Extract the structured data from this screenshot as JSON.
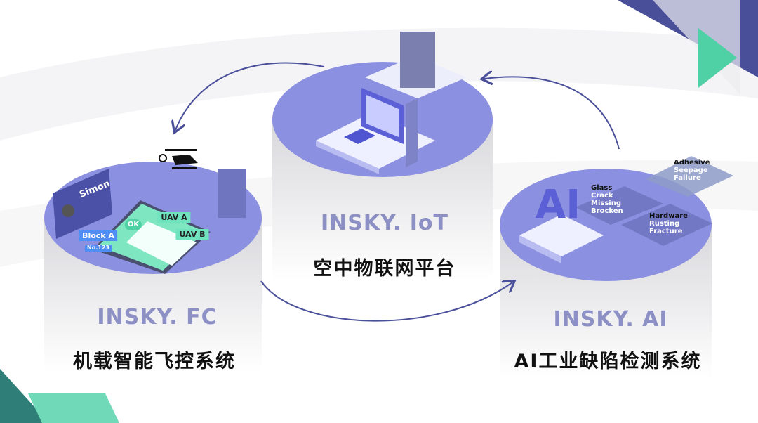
{
  "colors": {
    "platform": "#8c90e0",
    "arrow": "#4a4f9a",
    "brand_text": "#8d90c4",
    "accent_green": "#4fd1a5",
    "navy": "#4a4f9a"
  },
  "modules": [
    {
      "brand": "INSKY. FC",
      "name": "机载智能飞控系统",
      "illustration": {
        "card_name": "Simon",
        "tags": [
          "Block A",
          "No.123",
          "OK",
          "UAV A",
          "UAV B"
        ]
      }
    },
    {
      "brand": "INSKY. IoT",
      "name": "空中物联网平台"
    },
    {
      "brand": "INSKY. AI",
      "name": "AI工业缺陷检测系统",
      "illustration": {
        "logo": "AI",
        "panels": [
          {
            "title": "Glass",
            "items": [
              "Crack",
              "Missing",
              "Brocken"
            ]
          },
          {
            "title": "Adhesive",
            "items": [
              "Seepage",
              "Failure"
            ]
          },
          {
            "title": "Hardware",
            "items": [
              "Rusting",
              "Fracture"
            ]
          }
        ]
      }
    }
  ],
  "icons": [
    "helicopter-icon",
    "building-icon",
    "play-triangle-icon"
  ]
}
